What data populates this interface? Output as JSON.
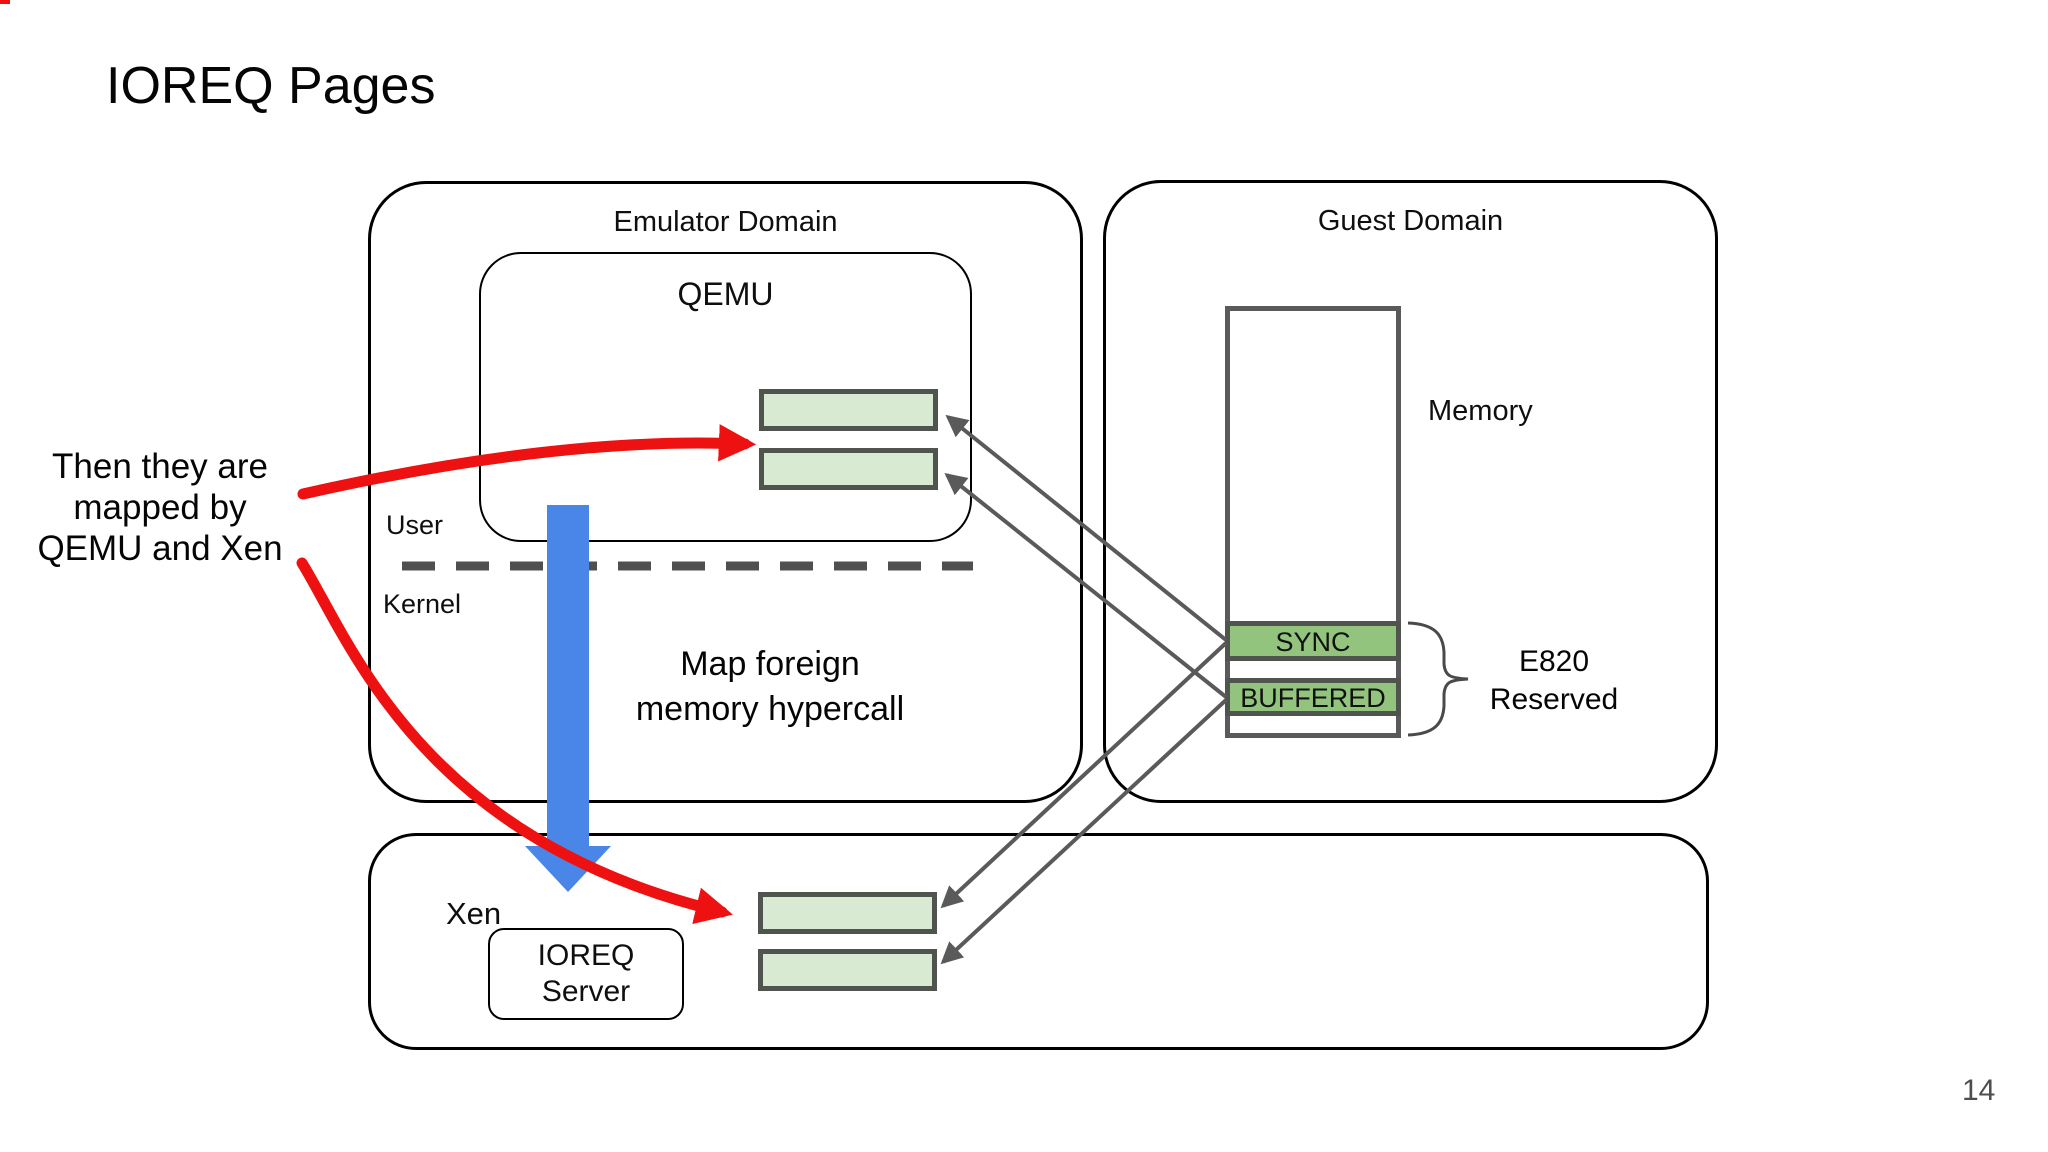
{
  "slide": {
    "title": "IOREQ Pages",
    "page_number": "14",
    "annotation": {
      "line1": "Then they are",
      "line2": "mapped by",
      "line3": "QEMU and Xen"
    },
    "emulator_domain": {
      "label": "Emulator Domain",
      "qemu_label": "QEMU",
      "user_label": "User",
      "kernel_label": "Kernel",
      "hypercall_line1": "Map foreign",
      "hypercall_line2": "memory hypercall"
    },
    "guest_domain": {
      "label": "Guest Domain",
      "memory_label": "Memory",
      "sync_label": "SYNC",
      "buffered_label": "BUFFERED",
      "e820_line1": "E820",
      "e820_line2": "Reserved"
    },
    "xen": {
      "label": "Xen",
      "ioreq_server_line1": "IOREQ",
      "ioreq_server_line2": "Server"
    },
    "colors": {
      "page_fill_light_green": "#d9ead3",
      "ring_fill_green": "#93c47d",
      "box_border_gray": "#4f544e",
      "hypercall_arrow_blue": "#4a86e8",
      "map_arrow_red": "#ee1111",
      "connector_gray": "#5a5a5a",
      "page_number_gray": "#4d4d4d"
    }
  }
}
